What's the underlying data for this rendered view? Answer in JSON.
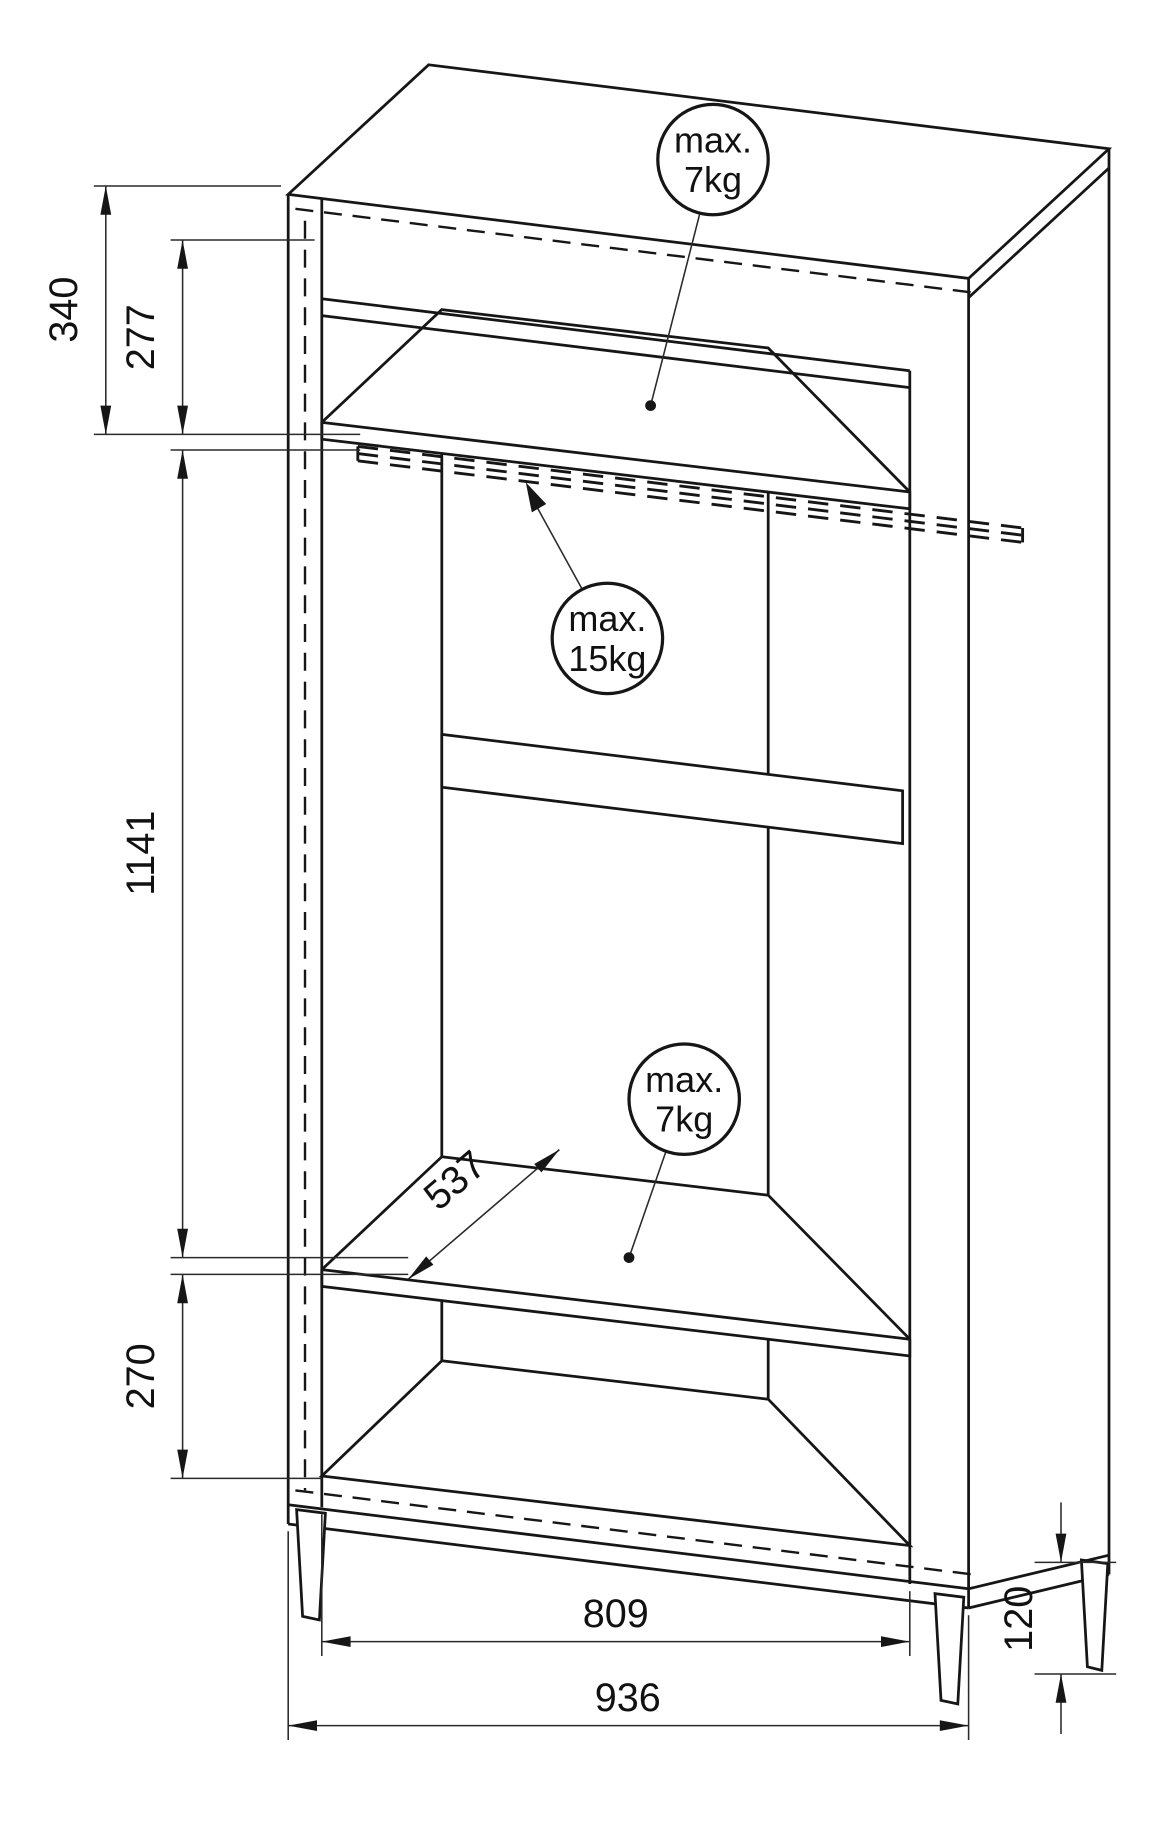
{
  "dims": {
    "top_to_rail": "340",
    "top_inner_to_rail": "277",
    "rail_to_shelf": "1141",
    "shelf_to_floor": "270",
    "shelf_depth": "537",
    "inner_width": "809",
    "outer_width": "936",
    "leg_height": "120"
  },
  "loads": {
    "top_shelf": {
      "line1": "max.",
      "line2": "7kg"
    },
    "hanging_rail": {
      "line1": "max.",
      "line2": "15kg"
    },
    "bottom_shelf": {
      "line1": "max.",
      "line2": "7kg"
    }
  }
}
